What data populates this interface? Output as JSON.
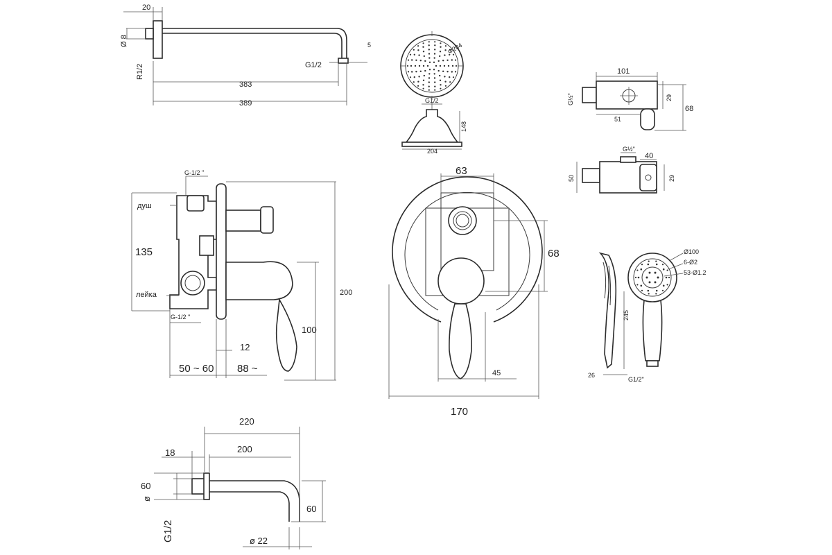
{
  "arm": {
    "dim_20": "20",
    "dim_diam": "Ø 8",
    "dim_r12": "R1/2",
    "dim_g12": "G1/2",
    "dim_383": "383",
    "dim_389": "389",
    "dim_small": "5"
  },
  "head": {
    "dim_diam": "Φ204",
    "dim_g12": "G1/2",
    "dim_148": "148",
    "dim_204": "204"
  },
  "holder": {
    "dim_101": "101",
    "dim_g12": "G½\"",
    "dim_29": "29",
    "dim_68": "68",
    "dim_51": "51",
    "dim_g12b": "G½\"",
    "dim_40": "40",
    "dim_50": "50",
    "dim_29b": "29"
  },
  "mixer_side": {
    "dim_g12_top": "G-1/2 \"",
    "label_shower": "душ",
    "dim_135": "135",
    "dim_200": "200",
    "label_hand": "лейка",
    "dim_g12_bot": "G-1/2 \"",
    "dim_100": "100",
    "dim_12": "12",
    "dim_5060": "50 ~ 60",
    "dim_88": "88 ~"
  },
  "mixer_front": {
    "dim_63": "63",
    "dim_68": "68",
    "dim_45": "45",
    "dim_170": "170"
  },
  "handshower": {
    "dim_d100": "Ø100",
    "dim_6d2": "6-Ø2",
    "dim_53": "53-Ø1.2",
    "dim_245": "245",
    "dim_26": "26",
    "dim_g12": "G1/2\""
  },
  "spout": {
    "dim_220": "220",
    "dim_200": "200",
    "dim_18": "18",
    "dim_60": "60",
    "dim_diam": "ø",
    "dim_g12": "G1/2",
    "dim_60b": "60",
    "dim_d22": "ø 22"
  }
}
